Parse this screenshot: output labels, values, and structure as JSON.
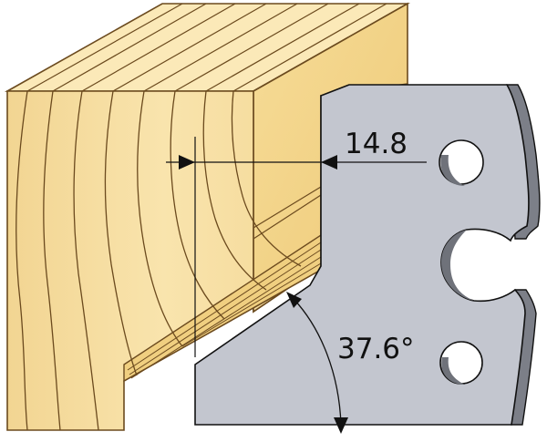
{
  "labels": {
    "width_dimension": "14.8",
    "angle_dimension": "37.6°"
  },
  "colors": {
    "wood_front": "#f6dda0",
    "wood_top": "#fbe9b8",
    "wood_side": "#f3d48a",
    "wood_grain": "#6b4a1e",
    "blade_face": "#c3c6cf",
    "blade_edge": "#7c7f88",
    "hole_shadow": "#6f727a",
    "line": "#111111"
  },
  "icons": {
    "blade": "cutter-knife-shape",
    "wood": "wood-block",
    "arrow": "dimension-arrow"
  }
}
